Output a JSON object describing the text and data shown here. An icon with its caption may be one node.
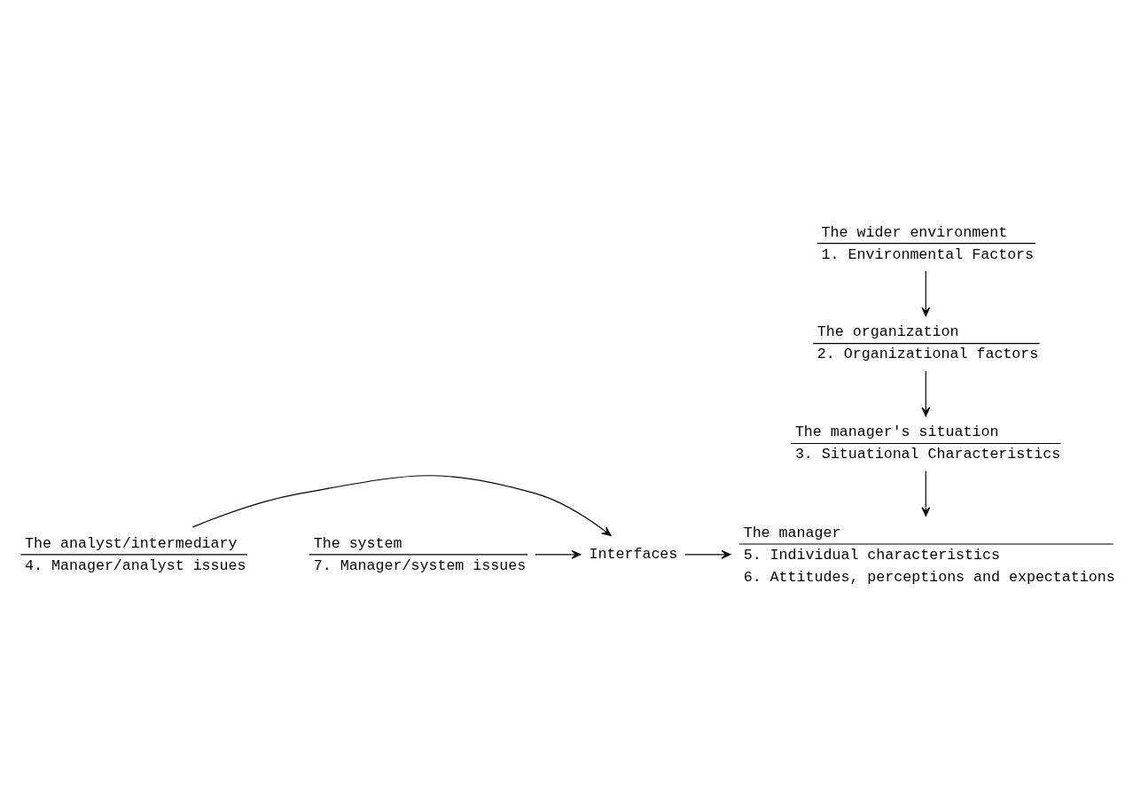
{
  "diagram": {
    "nodes": [
      {
        "text": [
          "The wider environment",
          "1. Environmental Factors"
        ]
      },
      {
        "text": [
          "The organization",
          "2. Organizational factors"
        ]
      },
      {
        "text": [
          "The manager's situation",
          "3. Situational Characteristics"
        ]
      },
      {
        "text": [
          "The manager",
          "5. Individual characteristics",
          "6. Attitudes, perceptions and expectations"
        ]
      },
      {
        "text": [
          "Interfaces"
        ]
      },
      {
        "text": [
          "The analyst/intermediary",
          "4. Manager/analyst issues"
        ]
      },
      {
        "text": [
          "The system",
          "7. Manager/system issues"
        ]
      }
    ],
    "edges": [
      {
        "from": 0,
        "to": 1,
        "arrow": "to"
      },
      {
        "from": 1,
        "to": 2,
        "arrow": "to"
      },
      {
        "from": 2,
        "to": 3,
        "arrow": "to"
      },
      {
        "from": 5,
        "to": 4,
        "arrow": "to"
      },
      {
        "from": 6,
        "to": 4,
        "arrow": "to"
      },
      {
        "from": 4,
        "to": 3,
        "arrow": "to"
      }
    ]
  }
}
